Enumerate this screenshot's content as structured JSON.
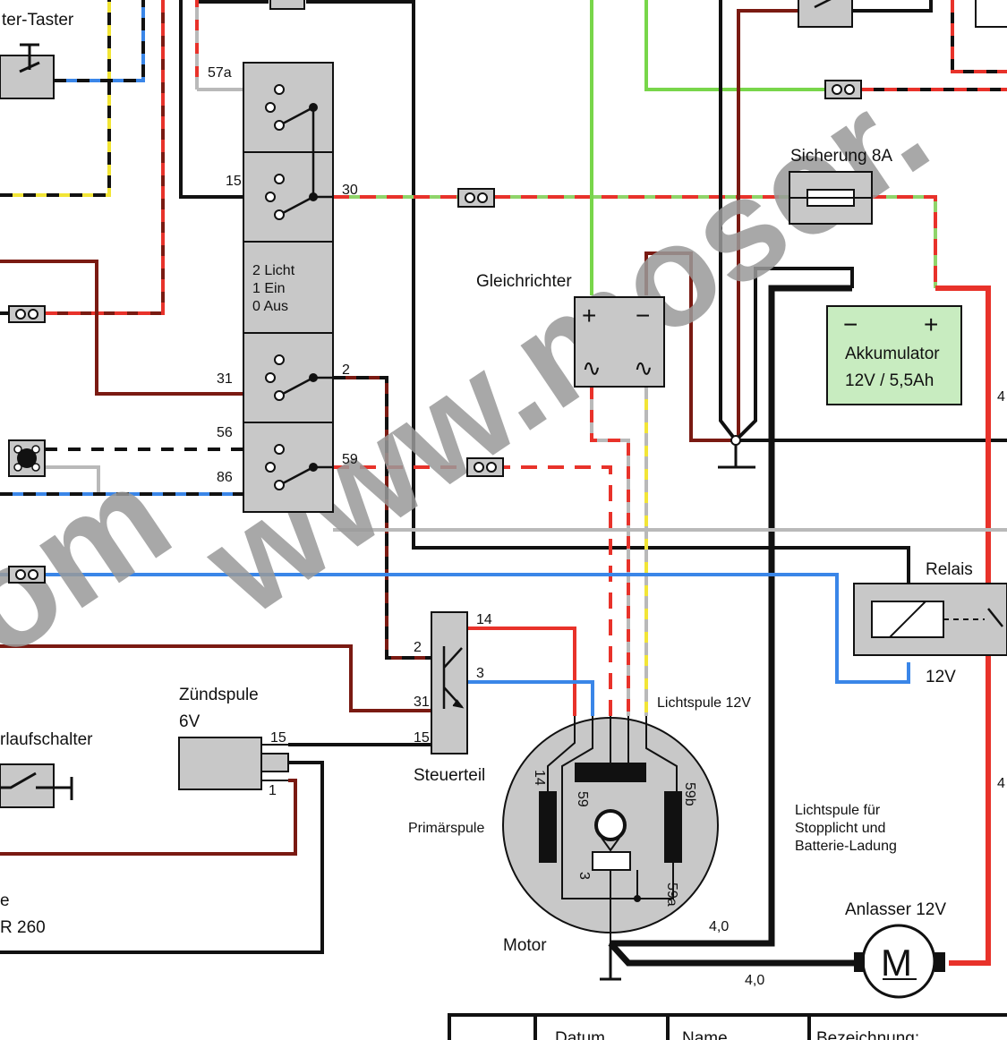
{
  "colors": {
    "red": "#e8322a",
    "darkred": "#7a1a12",
    "black": "#111111",
    "blue": "#3a86e8",
    "green": "#78d64a",
    "lightgreen": "#8fd46a",
    "yellow": "#f2e536",
    "grey": "#b9b9b9",
    "box": "#c8c8c8",
    "battery": "#c8ecc0",
    "watermark": "#9a9a9a"
  },
  "watermark": "www.moser.",
  "watermark_left": "om",
  "labels": {
    "taster": "ter-Taster",
    "sicherung": "Sicherung 8A",
    "gleichrichter": "Gleichrichter",
    "akku_title": "Akkumulator",
    "akku_spec": "12V / 5,5Ah",
    "akku_minus": "−",
    "akku_plus": "+",
    "gr_plus": "+",
    "gr_minus": "−",
    "gr_ac1": "∿",
    "gr_ac2": "∿",
    "switch_legend": [
      "2 Licht",
      "1 Ein",
      "0 Aus"
    ],
    "relais": "Relais",
    "relais_v": "12V",
    "zuendspule": "Zündspule",
    "zuendspule_v": "6V",
    "laufschalter": "rlaufschalter",
    "steuerteil": "Steuerteil",
    "lichtspule": "Lichtspule 12V",
    "primaerspule": "Primärspule",
    "motor": "Motor",
    "lichtspule_note": [
      "Lichtspule für",
      "Stopplicht und",
      "Batterie-Ladung"
    ],
    "anlasser": "Anlasser 12V",
    "anlasser_m": "M",
    "left_e": "e",
    "left_r260": "R 260",
    "right_4a": "4",
    "right_4b": "4"
  },
  "pins": {
    "p57a": "57a",
    "p15": "15",
    "p30": "30",
    "p31": "31",
    "p2": "2",
    "p56": "56",
    "p86": "86",
    "p59": "59",
    "st14": "14",
    "st3": "3",
    "st2": "2",
    "st31": "31",
    "st15": "15",
    "zs15": "15",
    "zs1": "1",
    "m14": "14",
    "m59": "59",
    "m59b": "59b",
    "m3": "3",
    "m59a": "59a",
    "w40a": "4,0",
    "w40b": "4,0"
  },
  "table": {
    "datum": "Datum",
    "name": "Name",
    "bezeichnung": "Bezeichnung:"
  }
}
